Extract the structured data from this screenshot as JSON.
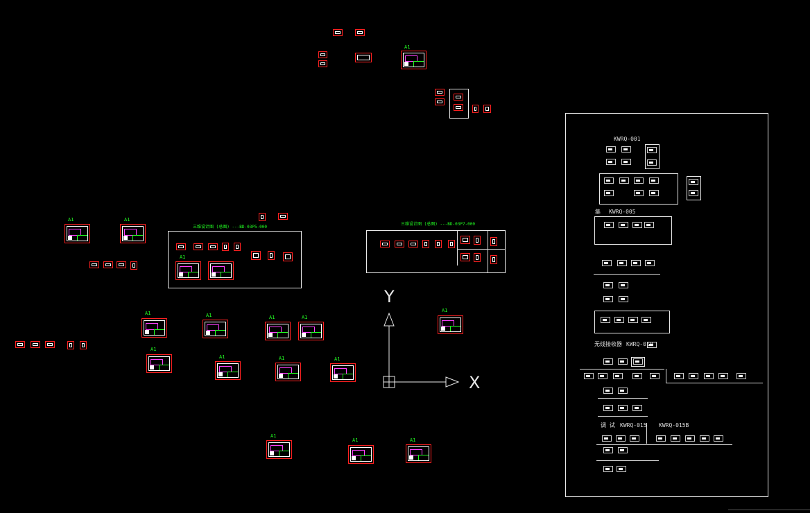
{
  "drawing_labels": {
    "sheet_size": "A1",
    "group1_title": "三维设计图 (总图) ---BD-03P5-000",
    "group2_title": "三维设计图 (总图) ---BD-03P7-000"
  },
  "right_panel": {
    "t1": "KWRQ-001",
    "t2": "KWRQ-005",
    "t3": "KWRQ-010",
    "t4": "KWRQ-015",
    "t5": "KWRQ-015B",
    "p2": "集",
    "p3": "无线接收器",
    "p4": "调    试"
  },
  "axis": {
    "x": "X",
    "y": "Y"
  },
  "colors": {
    "background": "#000000",
    "sheet_border": "#ff2020",
    "label": "#22ff22",
    "lines": "#e8e8e8"
  }
}
